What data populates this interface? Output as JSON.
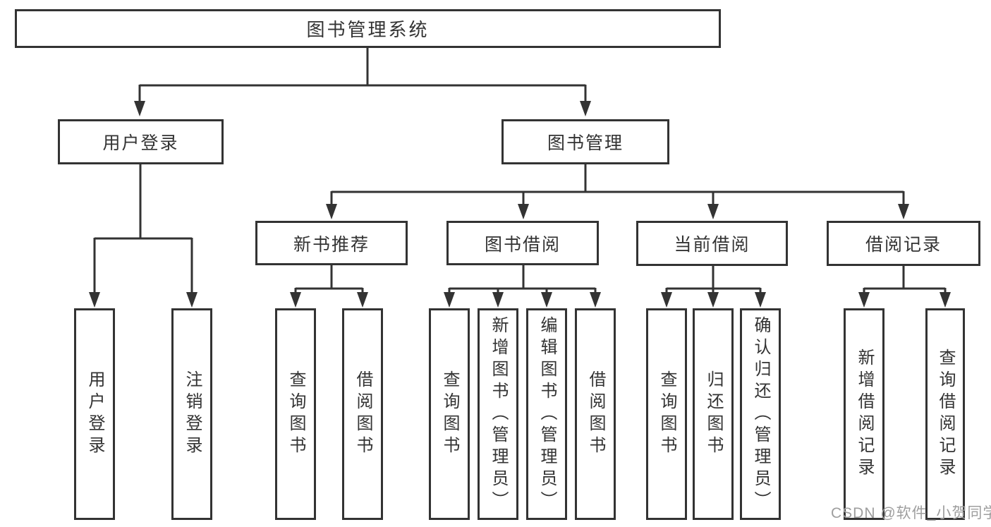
{
  "diagram": {
    "root": {
      "label": "图书管理系统"
    },
    "branches": [
      {
        "label": "用户登录",
        "children": [
          {
            "label": "用户登录"
          },
          {
            "label": "注销登录"
          }
        ]
      },
      {
        "label": "图书管理",
        "children": [
          {
            "label": "新书推荐",
            "children": [
              {
                "label": "查询图书"
              },
              {
                "label": "借阅图书"
              }
            ]
          },
          {
            "label": "图书借阅",
            "children": [
              {
                "label": "查询图书"
              },
              {
                "label": "新增图书（管理员）"
              },
              {
                "label": "编辑图书（管理员）"
              },
              {
                "label": "借阅图书"
              }
            ]
          },
          {
            "label": "当前借阅",
            "children": [
              {
                "label": "查询图书"
              },
              {
                "label": "归还图书"
              },
              {
                "label": "确认归还（管理员）"
              }
            ]
          },
          {
            "label": "借阅记录",
            "children": [
              {
                "label": "新增借阅记录"
              },
              {
                "label": "查询借阅记录"
              }
            ]
          }
        ]
      }
    ],
    "colors": {
      "line": "#333333",
      "text": "#333333",
      "background": "#ffffff",
      "watermark": "#9e9e9e"
    },
    "watermark": {
      "text": "CSDN @软件_小贺同学"
    }
  }
}
